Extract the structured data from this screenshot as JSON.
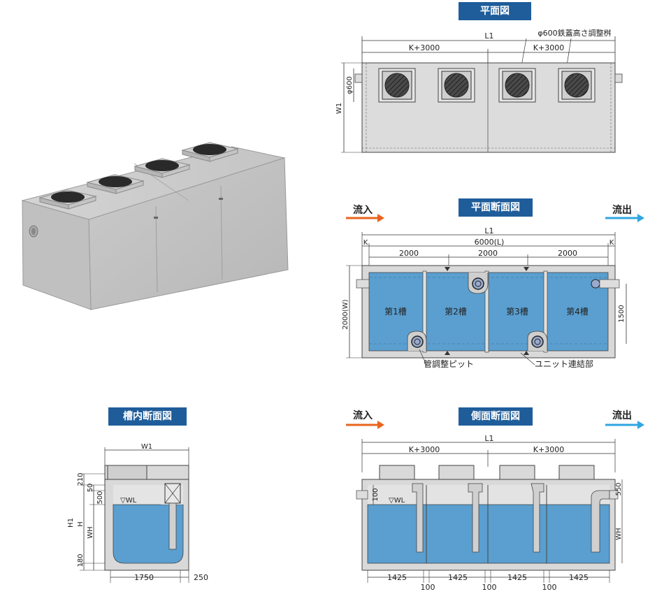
{
  "titles": {
    "plan": "平面図",
    "plan_section": "平面断面図",
    "tank_section": "槽内断面図",
    "side_section": "側面断面図"
  },
  "flow": {
    "inflow": "流入",
    "outflow": "流出"
  },
  "plan": {
    "L1": "L1",
    "half_left": "K+3000",
    "half_right": "K+3000",
    "W1": "W1",
    "phi600": "φ600",
    "callout": "φ600鉄蓋高さ調整桝"
  },
  "plan_section": {
    "L1": "L1",
    "K_left": "K",
    "K_right": "K",
    "length": "6000(L)",
    "seg1": "2000",
    "seg2": "2000",
    "seg3": "2000",
    "width": "2000(W)",
    "inner": "1500",
    "chambers": [
      "第1槽",
      "第2槽",
      "第3槽",
      "第4槽"
    ],
    "callout_pit": "管調整ピット",
    "callout_unit": "ユニット連結部"
  },
  "tank_section": {
    "W1": "W1",
    "d210": "210",
    "d50": "50",
    "d500": "500",
    "H1": "H1",
    "H": "H",
    "WH": "WH",
    "d180": "180",
    "wl": "▽WL",
    "w1750": "1750",
    "w250": "250"
  },
  "side_section": {
    "L1": "L1",
    "half_left": "K+3000",
    "half_right": "K+3000",
    "d100": "100",
    "wl": "▽WL",
    "d550": "550",
    "WH": "WH",
    "bottom": [
      "1425",
      "1425",
      "1425",
      "1425"
    ],
    "gaps": [
      "100",
      "100",
      "100"
    ]
  },
  "colors": {
    "title_bg": "#1f5d9a",
    "water": "#5a9fd0",
    "concrete": "#d9d9d9",
    "inflow_arrow": "#e8641e",
    "outflow_arrow": "#2fa6e0"
  }
}
